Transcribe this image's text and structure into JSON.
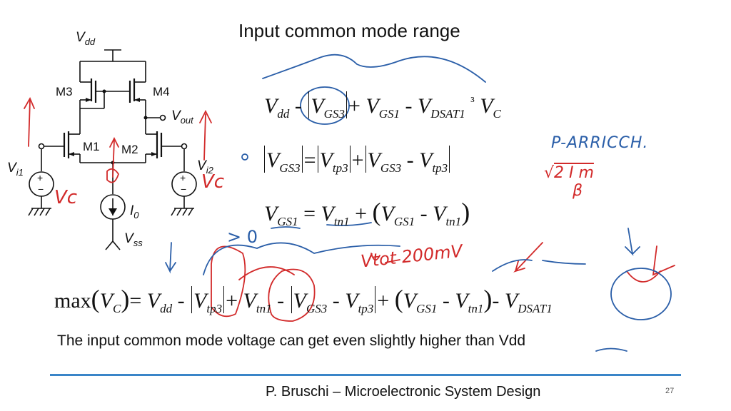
{
  "slide": {
    "title": "Input common mode range",
    "note_prefix": "The input common mode voltage can get even slightly higher than ",
    "note_suffix": "Vdd",
    "footer": "P. Bruschi – Microelectronic System Design",
    "page_number": "27",
    "accent_color": "#3a85c8"
  },
  "circuit": {
    "vdd": {
      "main": "V",
      "sub": "dd"
    },
    "vss": {
      "main": "V",
      "sub": "ss"
    },
    "vout": {
      "main": "V",
      "sub": "out"
    },
    "vi1": {
      "main": "V",
      "sub": "i1"
    },
    "vi2": {
      "main": "V",
      "sub": "i2"
    },
    "i0": {
      "main": "I",
      "sub": "0"
    },
    "m1": "M1",
    "m2": "M2",
    "m3": "M3",
    "m4": "M4",
    "plus": "+",
    "minus": "−"
  },
  "equations": {
    "eq1": {
      "t1": "V",
      "t1s": "dd",
      "op1": " - ",
      "t2": "V",
      "t2s": "GS3",
      "op2": "+ ",
      "t3": "V",
      "t3s": "GS1",
      "op3": " - ",
      "t4": "V",
      "t4s": "DSAT1",
      "rel": "³",
      "t5": "V",
      "t5s": "C"
    },
    "eq2": {
      "t1": "V",
      "t1s": "GS3",
      "op1": "=",
      "t2": "V",
      "t2s": "tp3",
      "op2": "+",
      "t3": "V",
      "t3s": "GS3",
      "op3": " - ",
      "t4": "V",
      "t4s": "tp3"
    },
    "eq3": {
      "t1": "V",
      "t1s": "GS1",
      "op1": " = ",
      "t2": "V",
      "t2s": "tn1",
      "op2": " + ",
      "lp": "(",
      "t3": "V",
      "t3s": "GS1",
      "op3": " - ",
      "t4": "V",
      "t4s": "tn1",
      "rp": ")"
    },
    "eq4": {
      "max": "max",
      "lp": "(",
      "t0": "V",
      "t0s": "C",
      "rp": ")",
      "eq": "= ",
      "t1": "V",
      "t1s": "dd",
      "op1": " - ",
      "t2": "V",
      "t2s": "tp3",
      "op2": "+ ",
      "t3": "V",
      "t3s": "tn1",
      "op3": " - ",
      "t4": "V",
      "t4s": "GS3",
      "op4": " - ",
      "t5": "V",
      "t5s": "tp3",
      "op5": "+ ",
      "lp2": "(",
      "t6": "V",
      "t6s": "GS1",
      "op6": " - ",
      "t7": "V",
      "t7s": "tn1",
      "rp2": ")",
      "op7": "- ",
      "t8": "V",
      "t8s": "DSAT1"
    }
  },
  "handwriting": {
    "p_arricch": "P-ARRICCH.",
    "sqrt_num": "2 I m",
    "sqrt_den": "β",
    "vtot": "Vtot 200mV",
    "vc_left": "Vc",
    "vc_right": "Vc",
    "gt0": "> 0"
  }
}
